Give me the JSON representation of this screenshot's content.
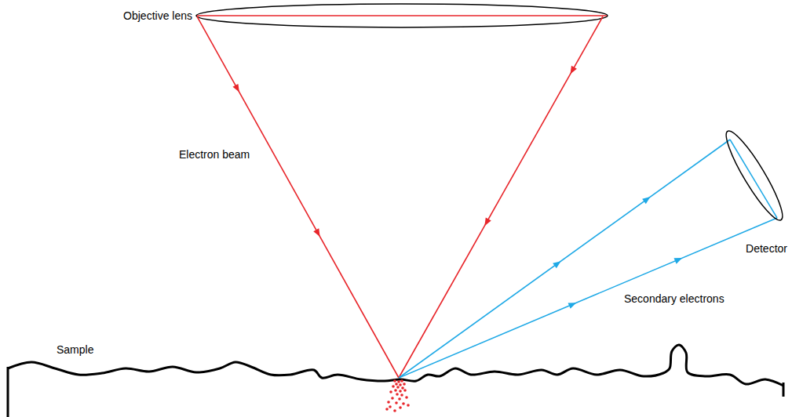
{
  "diagram": {
    "labels": [
      "Objective lens",
      "Electron beam",
      "Detector",
      "Secondary electrons",
      "Sample"
    ]
  }
}
